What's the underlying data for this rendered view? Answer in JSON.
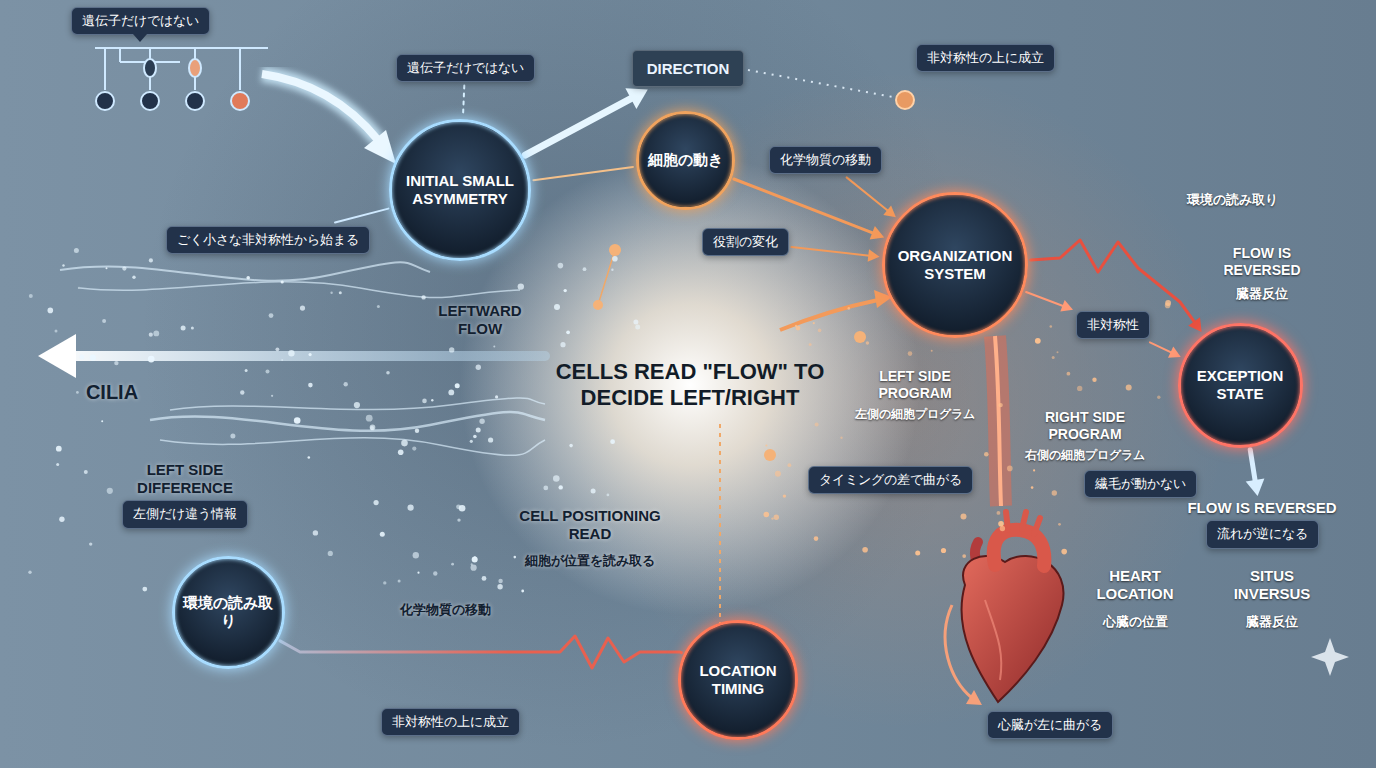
{
  "diagram": {
    "title": "CELLS READ \"FLOW\" TO DECIDE LEFT/RIGHT",
    "nodes": [
      {
        "text": [
          "遺伝子だけではない"
        ]
      },
      {
        "text": [
          "遺伝子だけではない"
        ]
      },
      {
        "text": [
          "DIRECTION"
        ]
      },
      {
        "text": [
          "非対称性の上に成立"
        ]
      },
      {
        "text": [
          "INITIAL SMALL ASYMMETRY"
        ]
      },
      {
        "text": [
          "細胞の動き"
        ]
      },
      {
        "text": [
          "化学物質の移動"
        ]
      },
      {
        "text": [
          "ごく小さな非対称性から始まる"
        ]
      },
      {
        "text": [
          "役割の変化"
        ]
      },
      {
        "text": [
          "ORGANIZATION SYSTEM"
        ]
      },
      {
        "text": [
          "非対称性"
        ]
      },
      {
        "text": [
          "EXCEPTION STATE"
        ]
      },
      {
        "text": [
          "LEFT SIDE DIFFERENCE",
          "左側だけ違う情報"
        ]
      },
      {
        "text": [
          "繊毛が動かない"
        ]
      },
      {
        "text": [
          "FLOW IS REVERSED",
          "流れが逆になる"
        ]
      },
      {
        "text": [
          "環境の読み取り"
        ]
      },
      {
        "text": [
          "LOCATION TIMING"
        ]
      },
      {
        "text": [
          "タイミングの差で曲がる"
        ]
      },
      {
        "text": [
          "非対称性の上に成立"
        ]
      },
      {
        "text": [
          "心臓が左に曲がる"
        ]
      }
    ],
    "edges": [
      {
        "from": 4,
        "to": 2,
        "arrow": "to"
      },
      {
        "from": 1,
        "to": 4,
        "arrow": "none"
      },
      {
        "from": 7,
        "to": 4,
        "arrow": "none"
      },
      {
        "from": 4,
        "to": 5,
        "arrow": "none"
      },
      {
        "from": 5,
        "to": 9,
        "arrow": "to"
      },
      {
        "from": 6,
        "to": 9,
        "arrow": "to"
      },
      {
        "from": 8,
        "to": 9,
        "arrow": "to"
      },
      {
        "from": 9,
        "to": 10,
        "arrow": "to"
      },
      {
        "from": 9,
        "to": 11,
        "arrow": "to"
      },
      {
        "from": 10,
        "to": 11,
        "arrow": "to"
      },
      {
        "from": 11,
        "to": 14,
        "arrow": "to"
      },
      {
        "from": 15,
        "to": 16,
        "arrow": "none"
      }
    ],
    "labels": [
      "環境の読み取り",
      "FLOW IS REVERSED",
      "臓器反位",
      "LEFTWARD FLOW",
      "CILIA",
      "LEFT SIDE PROGRAM",
      "左側の細胞プログラム",
      "RIGHT SIDE PROGRAM",
      "右側の細胞プログラム",
      "CELL POSITIONING READ",
      "細胞が位置を読み取る",
      "化学物質の移動",
      "HEART LOCATION",
      "心臓の位置",
      "SITUS INVERSUS",
      "臓器反位"
    ]
  }
}
